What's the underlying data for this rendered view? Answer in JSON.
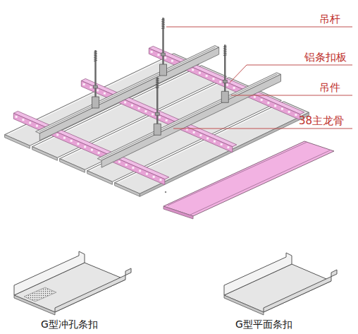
{
  "diagram": {
    "labels": [
      "吊杆",
      "铝条扣板",
      "吊件",
      "38主龙骨",
      "G型冲孔条扣",
      "G型平面条扣"
    ]
  }
}
